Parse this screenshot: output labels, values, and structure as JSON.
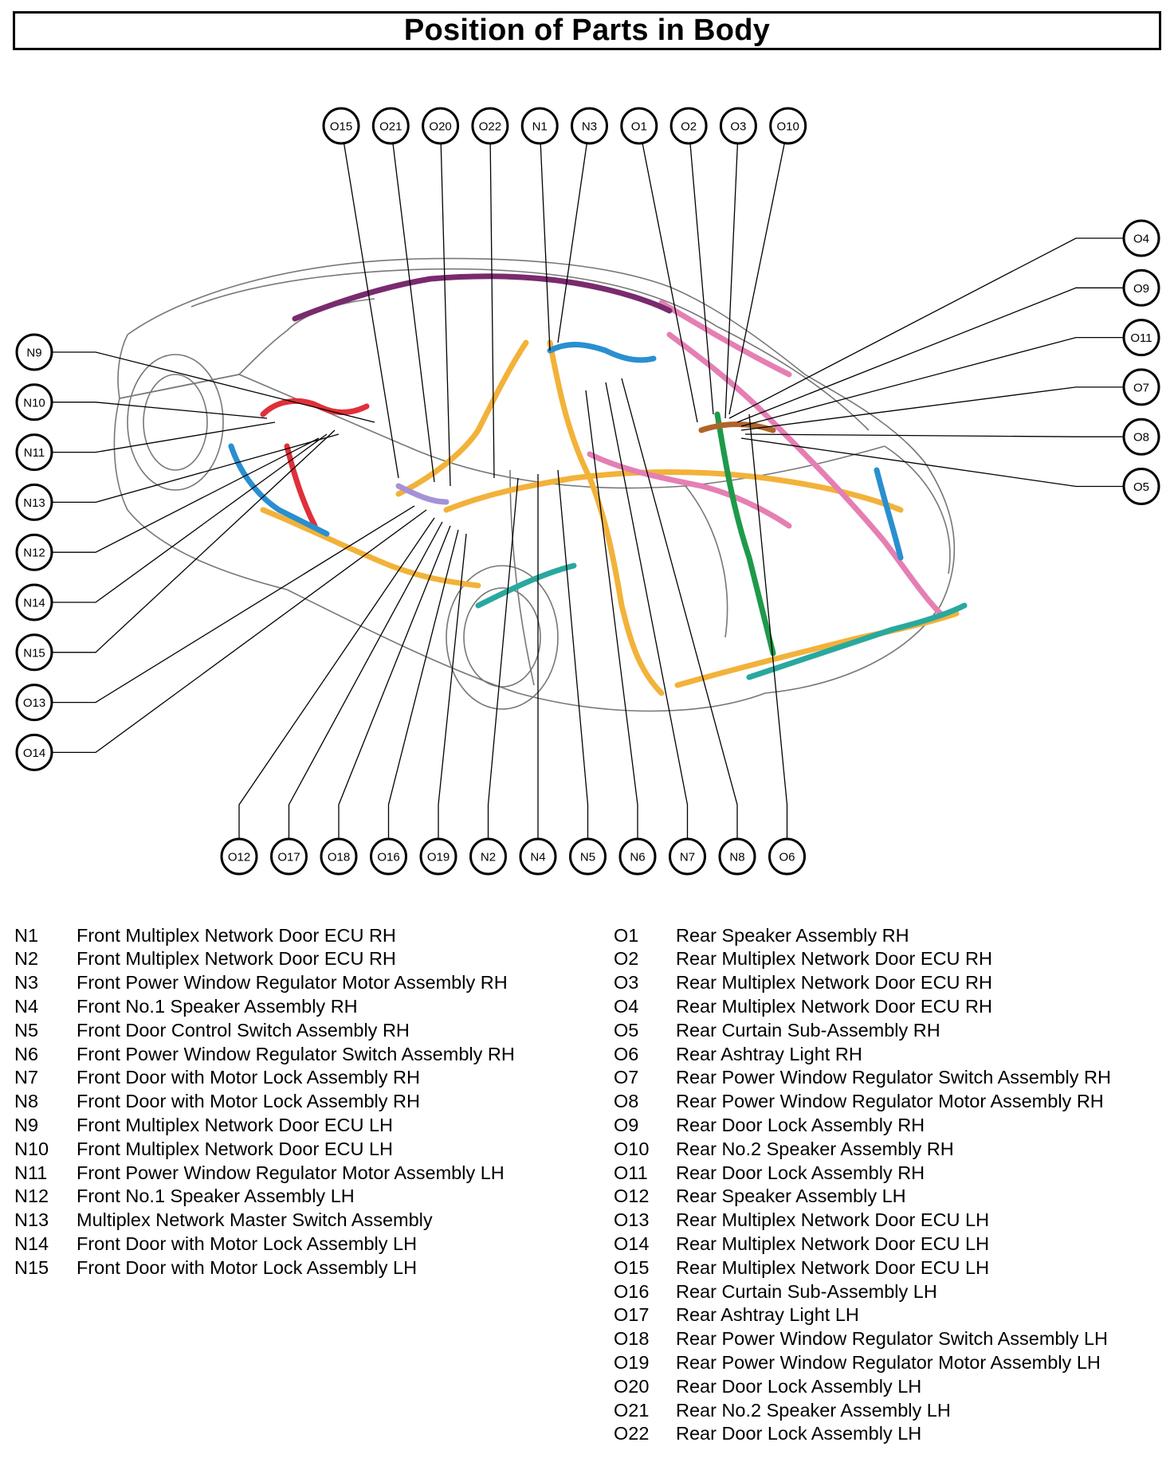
{
  "title": "Position of Parts in Body",
  "callouts": {
    "top": [
      "O15",
      "O21",
      "O20",
      "O22",
      "N1",
      "N3",
      "O1",
      "O2",
      "O3",
      "O10"
    ],
    "right": [
      "O4",
      "O9",
      "O11",
      "O7",
      "O8",
      "O5"
    ],
    "left": [
      "N9",
      "N10",
      "N11",
      "N13",
      "N12",
      "N14",
      "N15",
      "O13",
      "O14"
    ],
    "bottom": [
      "O12",
      "O17",
      "O18",
      "O16",
      "O19",
      "N2",
      "N4",
      "N5",
      "N6",
      "N7",
      "N8",
      "O6"
    ]
  },
  "legend_left": [
    {
      "code": "N1",
      "label": "Front Multiplex Network Door ECU RH"
    },
    {
      "code": "N2",
      "label": "Front Multiplex Network Door ECU RH"
    },
    {
      "code": "N3",
      "label": "Front Power Window Regulator Motor Assembly RH"
    },
    {
      "code": "N4",
      "label": "Front No.1 Speaker Assembly RH"
    },
    {
      "code": "N5",
      "label": "Front Door Control Switch Assembly RH"
    },
    {
      "code": "N6",
      "label": "Front Power Window Regulator Switch Assembly RH"
    },
    {
      "code": "N7",
      "label": "Front Door with Motor Lock Assembly RH"
    },
    {
      "code": "N8",
      "label": "Front Door with Motor Lock Assembly RH"
    },
    {
      "code": "N9",
      "label": "Front Multiplex Network Door ECU LH"
    },
    {
      "code": "N10",
      "label": "Front Multiplex Network Door ECU LH"
    },
    {
      "code": "N11",
      "label": "Front Power Window Regulator Motor Assembly LH"
    },
    {
      "code": "N12",
      "label": "Front No.1 Speaker Assembly LH"
    },
    {
      "code": "N13",
      "label": "Multiplex Network Master Switch Assembly"
    },
    {
      "code": "N14",
      "label": "Front Door with Motor Lock Assembly LH"
    },
    {
      "code": "N15",
      "label": "Front Door with Motor Lock Assembly LH"
    }
  ],
  "legend_right": [
    {
      "code": "O1",
      "label": "Rear Speaker Assembly RH"
    },
    {
      "code": "O2",
      "label": "Rear Multiplex Network Door ECU RH"
    },
    {
      "code": "O3",
      "label": "Rear Multiplex Network Door ECU RH"
    },
    {
      "code": "O4",
      "label": "Rear Multiplex Network Door ECU RH"
    },
    {
      "code": "O5",
      "label": "Rear Curtain Sub-Assembly RH"
    },
    {
      "code": "O6",
      "label": "Rear Ashtray Light RH"
    },
    {
      "code": "O7",
      "label": "Rear Power Window Regulator Switch Assembly RH"
    },
    {
      "code": "O8",
      "label": "Rear Power Window Regulator Motor Assembly RH"
    },
    {
      "code": "O9",
      "label": "Rear Door Lock Assembly RH"
    },
    {
      "code": "O10",
      "label": "Rear No.2 Speaker Assembly RH"
    },
    {
      "code": "O11",
      "label": "Rear Door Lock Assembly RH"
    },
    {
      "code": "O12",
      "label": "Rear Speaker Assembly LH"
    },
    {
      "code": "O13",
      "label": "Rear Multiplex Network Door ECU LH"
    },
    {
      "code": "O14",
      "label": "Rear Multiplex Network Door ECU LH"
    },
    {
      "code": "O15",
      "label": "Rear Multiplex Network Door ECU LH"
    },
    {
      "code": "O16",
      "label": "Rear Curtain Sub-Assembly LH"
    },
    {
      "code": "O17",
      "label": "Rear Ashtray Light LH"
    },
    {
      "code": "O18",
      "label": "Rear Power Window Regulator Switch Assembly LH"
    },
    {
      "code": "O19",
      "label": "Rear Power Window Regulator Motor Assembly LH"
    },
    {
      "code": "O20",
      "label": "Rear Door Lock Assembly LH"
    },
    {
      "code": "O21",
      "label": "Rear No.2 Speaker Assembly LH"
    },
    {
      "code": "O22",
      "label": "Rear Door Lock Assembly LH"
    }
  ],
  "harness_colors": {
    "orange": "#f2b23a",
    "pink": "#e57fb3",
    "purple": "#7a2a6e",
    "red": "#e0303a",
    "blue": "#2a8fd0",
    "teal": "#2aa89e",
    "green": "#1e9a4a",
    "lavender": "#a592d6",
    "brown": "#b0642a"
  }
}
